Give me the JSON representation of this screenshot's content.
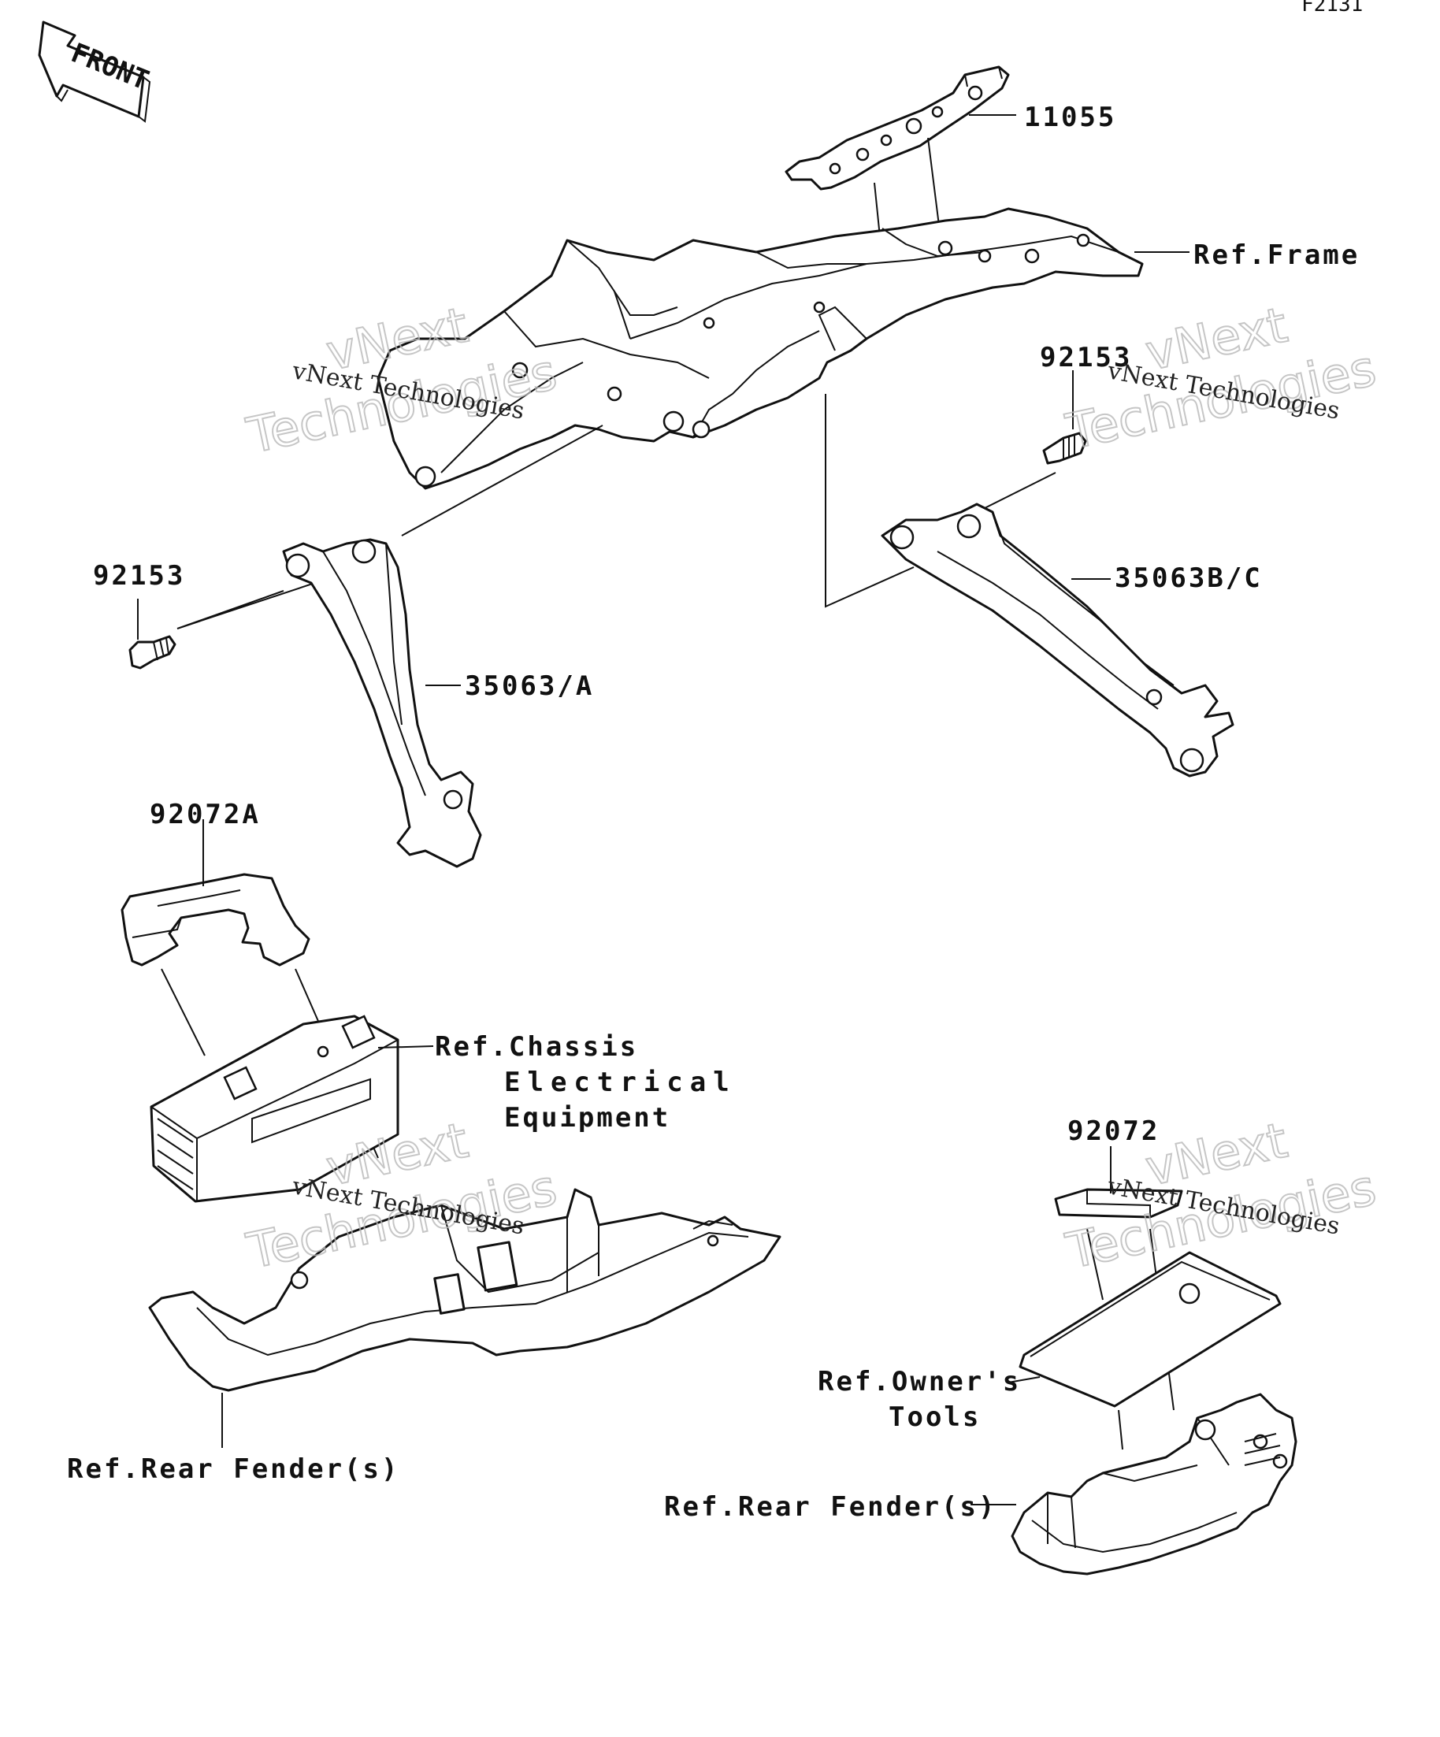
{
  "diagram_code": "F2131",
  "front_arrow": {
    "label": "FRONT",
    "icon": "front-arrow-icon"
  },
  "parts": {
    "p11055": "11055",
    "ref_frame": "Ref.Frame",
    "p92153_right": "92153",
    "p92153_left": "92153",
    "p35063bc": "35063B/C",
    "p35063a": "35063/A",
    "p92072a": "92072A",
    "ref_chassis_1": "Ref.Chassis",
    "ref_chassis_2": "Electrical",
    "ref_chassis_3": "Equipment",
    "p92072": "92072",
    "ref_tools_1": "Ref.Owner's",
    "ref_tools_2": "Tools",
    "ref_rear_fender_left": "Ref.Rear Fender(s)",
    "ref_rear_fender_right": "Ref.Rear Fender(s)"
  },
  "watermark": {
    "brand": "vNext",
    "word": "Technologies",
    "full": "vNext Technologies"
  }
}
